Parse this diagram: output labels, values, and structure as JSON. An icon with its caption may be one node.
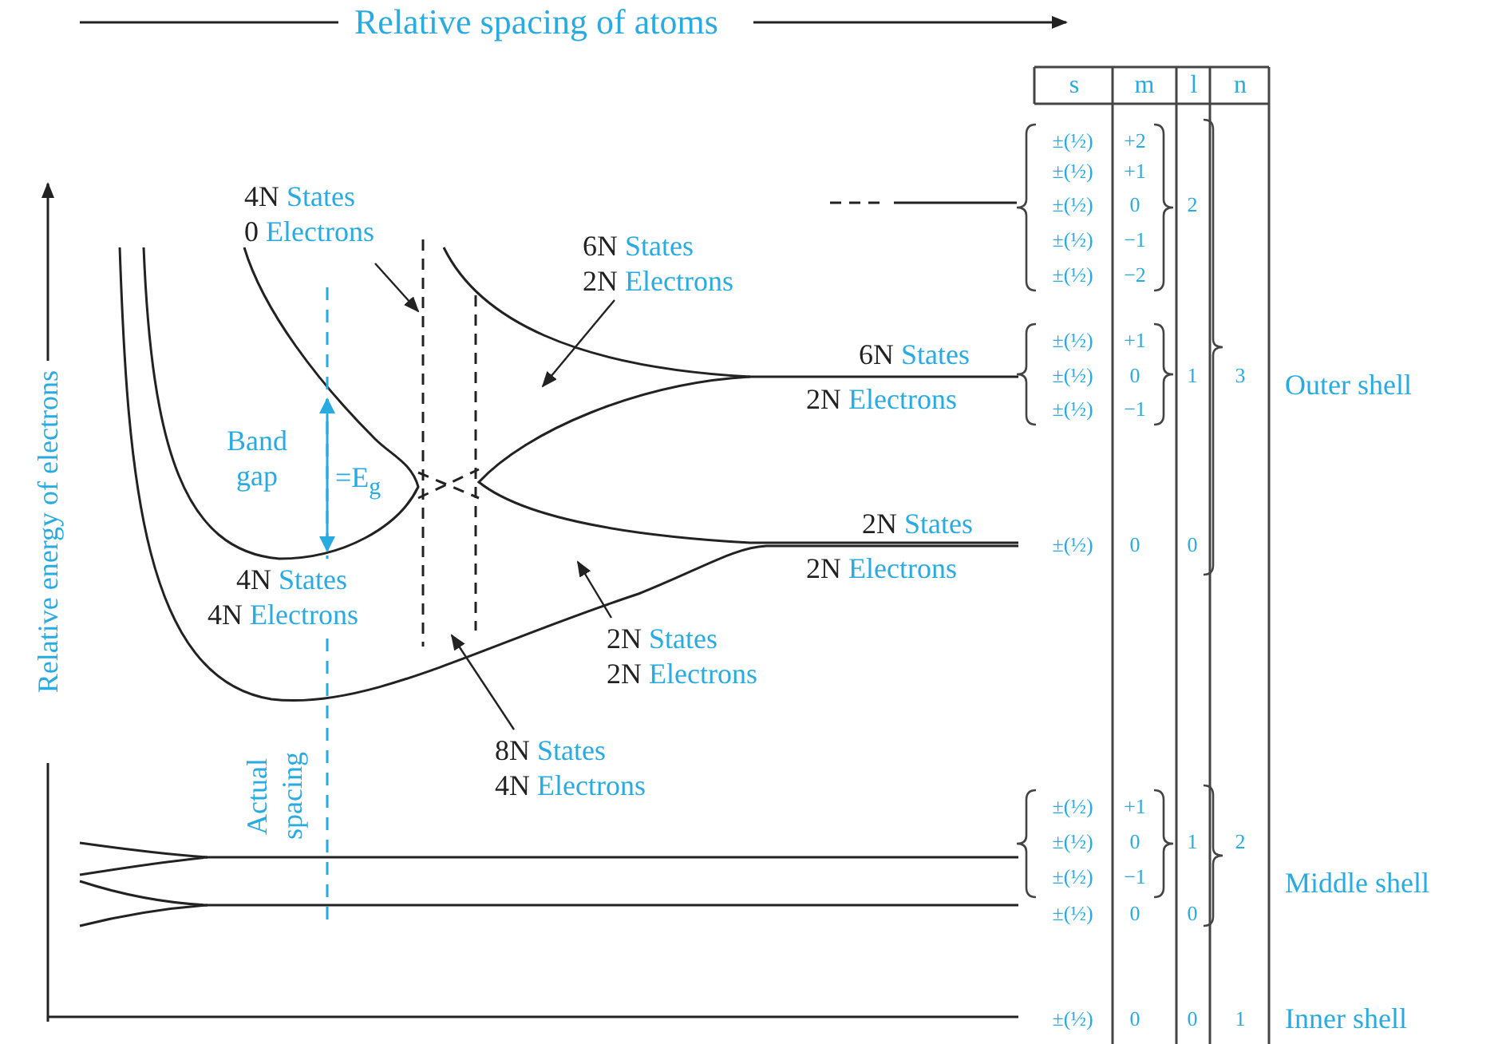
{
  "diagram": {
    "nodes": [
      {
        "text": [
          "4N States",
          "0 Electrons"
        ]
      },
      {
        "text": [
          "6N States",
          "2N Electrons"
        ]
      },
      {
        "text": [
          "2N States",
          "2N Electrons"
        ]
      },
      {
        "text": [
          "8N States",
          "4N Electrons"
        ]
      }
    ],
    "edges": [
      {
        "from": 0,
        "to": null,
        "arrow": "to"
      },
      {
        "from": 1,
        "to": null,
        "arrow": "to"
      },
      {
        "from": 2,
        "to": null,
        "arrow": "to"
      },
      {
        "from": 3,
        "to": null,
        "arrow": "to"
      }
    ],
    "labels": [
      "Relative spacing of atoms",
      "s",
      "m",
      "l",
      "n",
      "Relative energy of electrons",
      "Band gap",
      "=E$_{g}$",
      "6N States",
      "2N Electrons",
      "2N States",
      "2N Electrons",
      "4N States",
      "4N Electrons",
      "Actual spacing",
      "Outer shell",
      "Middle shell",
      "Inner shell",
      "±(½)",
      "+2",
      "±(½)",
      "+1",
      "±(½)",
      "0",
      "2",
      "±(½)",
      "−1",
      "±(½)",
      "−2",
      "±(½)",
      "+1",
      "±(½)",
      "0",
      "1",
      "3",
      "±(½)",
      "−1",
      "±(½)",
      "0",
      "0",
      "±(½)",
      "+1",
      "±(½)",
      "0",
      "1",
      "2",
      "±(½)",
      "−1",
      "±(½)",
      "0",
      "0",
      "±(½)",
      "0",
      "0",
      "1"
    ]
  }
}
